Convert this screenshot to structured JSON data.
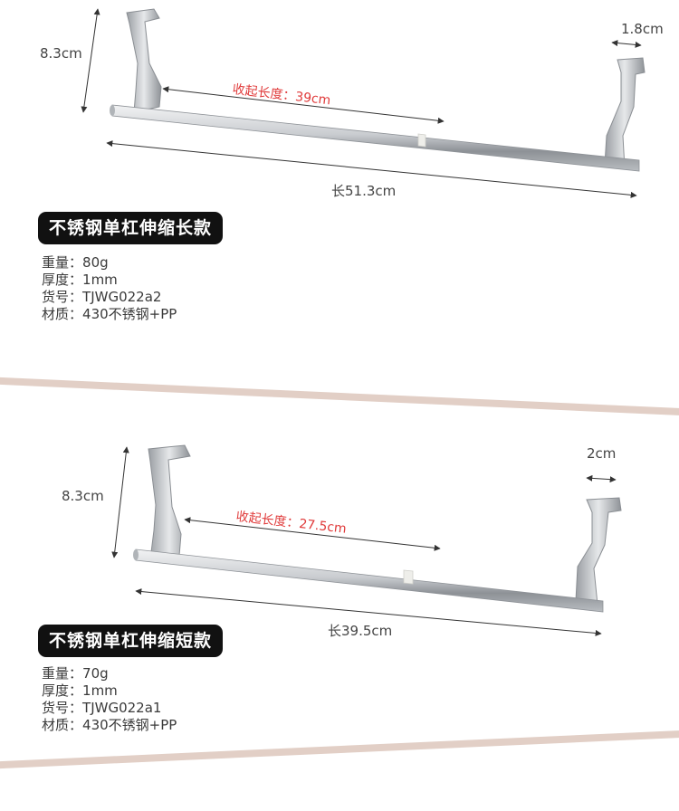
{
  "products": [
    {
      "title": "不锈钢单杠伸缩长款",
      "height_label": "8.3cm",
      "width_label": "1.8cm",
      "retracted_label": "收起长度：39cm",
      "length_label": "长51.3cm",
      "specs": [
        {
          "key": "重量",
          "value": "80g"
        },
        {
          "key": "厚度",
          "value": "1mm"
        },
        {
          "key": "货号",
          "value": "TJWG022a2"
        },
        {
          "key": "材质",
          "value": "430不锈钢+PP"
        }
      ]
    },
    {
      "title": "不锈钢单杠伸缩短款",
      "height_label": "8.3cm",
      "width_label": "2cm",
      "retracted_label": "收起长度：27.5cm",
      "length_label": "长39.5cm",
      "specs": [
        {
          "key": "重量",
          "value": "70g"
        },
        {
          "key": "厚度",
          "value": "1mm"
        },
        {
          "key": "货号",
          "value": "TJWG022a1"
        },
        {
          "key": "材质",
          "value": "430不锈钢+PP"
        }
      ]
    }
  ],
  "colors": {
    "divider": "#e2cfc6",
    "badge_bg": "#111111",
    "badge_text": "#ffffff",
    "retracted_label": "#e03a3a",
    "steel": "#bfc3c7"
  }
}
